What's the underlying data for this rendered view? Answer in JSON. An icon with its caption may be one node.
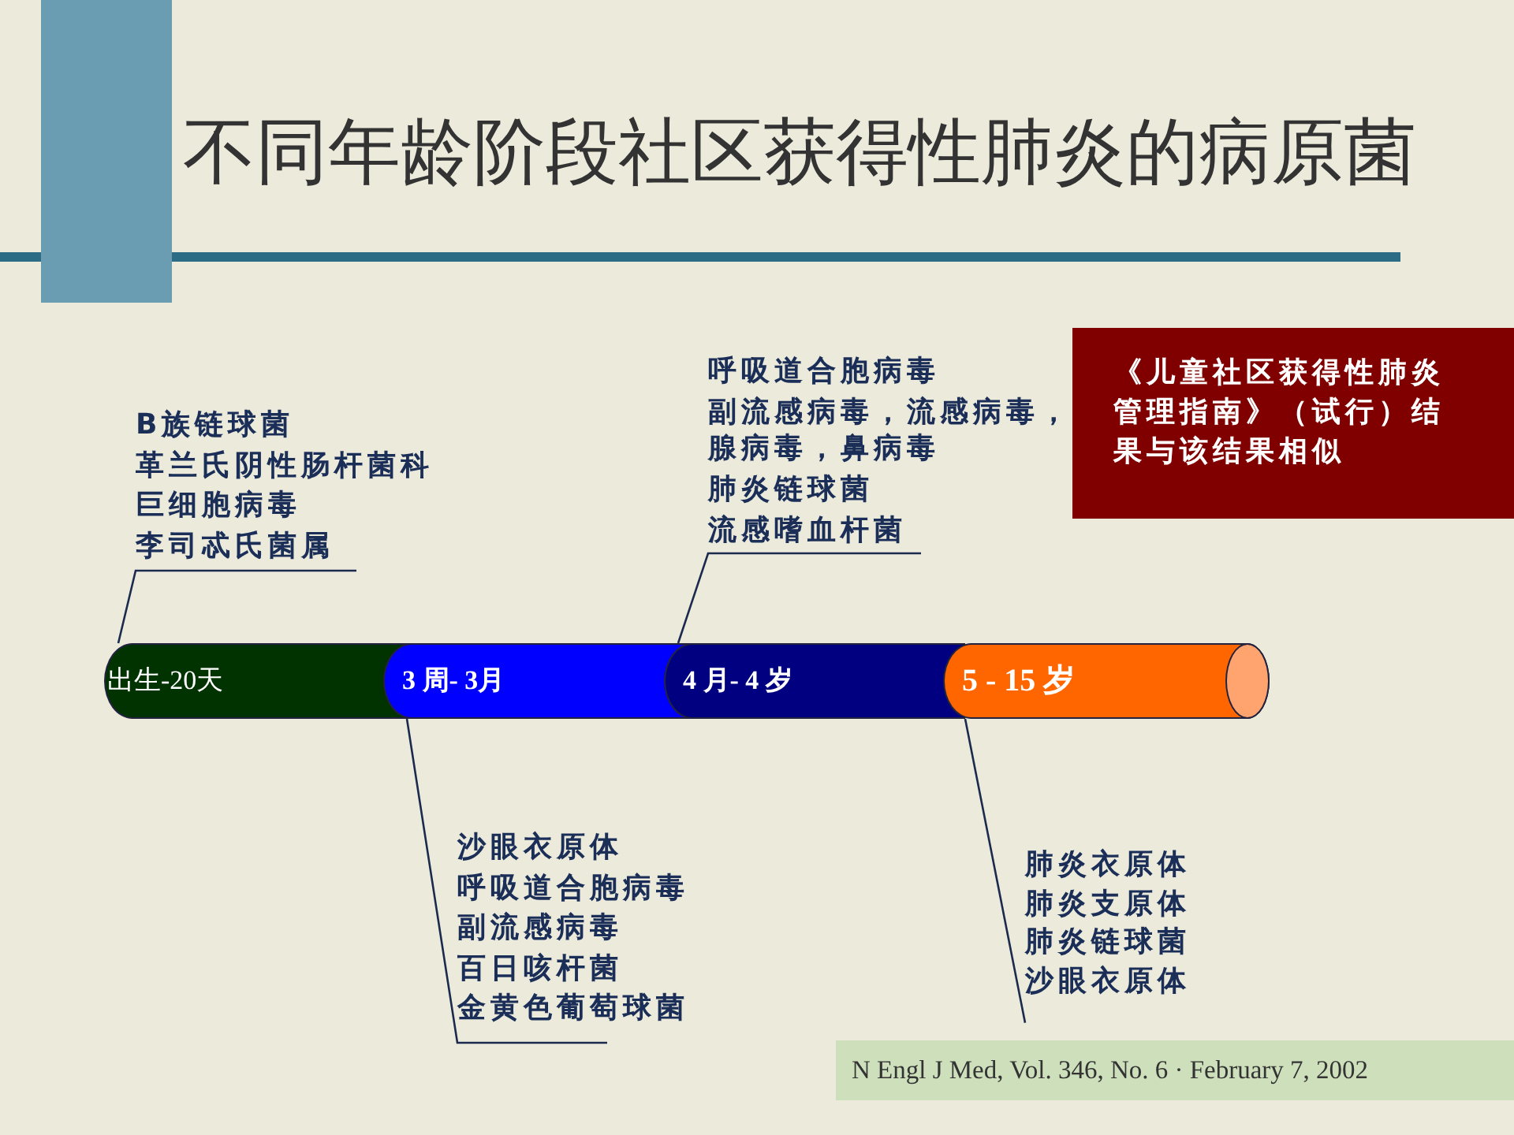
{
  "diagram": {
    "title": "不同年龄阶段社区获得性肺炎的病原菌",
    "nodes": [
      {
        "text": [
          "B族链球菌",
          "革兰氏阴性肠杆菌科",
          "巨细胞病毒",
          "李司忒氏菌属"
        ]
      },
      {
        "text": [
          "呼吸道合胞病毒",
          "副流感病毒，流感病毒，腺病毒，鼻病毒",
          "肺炎链球菌",
          "流感嗜血杆菌"
        ]
      },
      {
        "text": [
          "《儿童社区获得性肺炎管理指南》（试行）结果与该结果相似"
        ]
      },
      {
        "text": [
          "出生-20天"
        ]
      },
      {
        "text": [
          "3 周- 3月"
        ]
      },
      {
        "text": [
          "4 月- 4 岁"
        ]
      },
      {
        "text": [
          "5 - 15 岁"
        ]
      },
      {
        "text": [
          "沙眼衣原体",
          "呼吸道合胞病毒",
          "副流感病毒",
          "百日咳杆菌",
          "金黄色葡萄球菌"
        ]
      },
      {
        "text": [
          "肺炎衣原体",
          "肺炎支原体",
          "肺炎链球菌",
          "沙眼衣原体"
        ]
      },
      {
        "text": [
          "N Engl J Med, Vol. 346, No. 6 · February 7, 2002"
        ]
      }
    ],
    "edges": [
      {
        "from": 0,
        "to": 3,
        "arrow": "none"
      },
      {
        "from": 1,
        "to": 5,
        "arrow": "none"
      },
      {
        "from": 7,
        "to": 4,
        "arrow": "none"
      },
      {
        "from": 8,
        "to": 6,
        "arrow": "none"
      }
    ]
  }
}
